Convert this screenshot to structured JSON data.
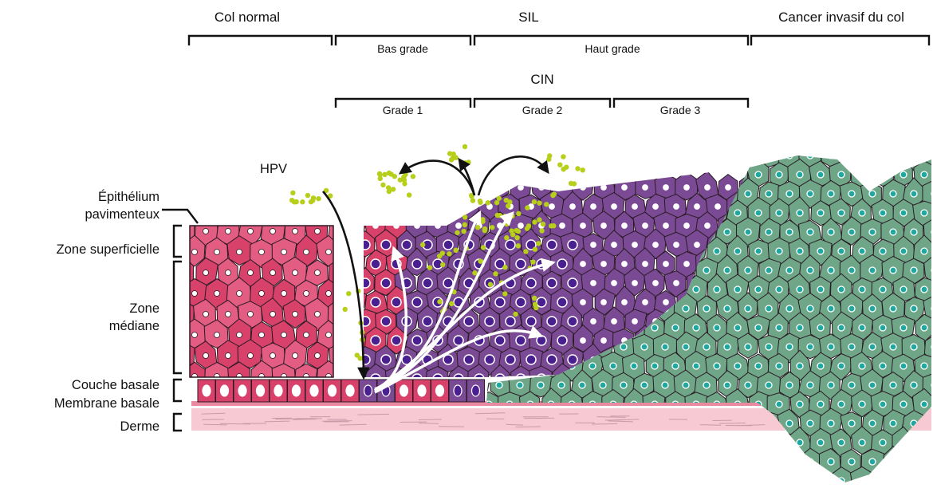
{
  "headers": {
    "col_normal": "Col normal",
    "sil": "SIL",
    "cancer": "Cancer invasif du col",
    "bas_grade": "Bas grade",
    "haut_grade": "Haut grade",
    "cin": "CIN",
    "grade1": "Grade 1",
    "grade2": "Grade 2",
    "grade3": "Grade 3"
  },
  "labels": {
    "hpv": "HPV",
    "epithelium_line1": "Épithélium",
    "epithelium_line2": "pavimenteux",
    "zone_superficielle": "Zone superficielle",
    "zone_mediane_line1": "Zone",
    "zone_mediane_line2": "médiane",
    "couche_basale": "Couche basale",
    "membrane_basale": "Membrane basale",
    "derme": "Derme"
  },
  "colors": {
    "normal_cell": "#d8426a",
    "normal_cell_light": "#e35d82",
    "sil_cell": "#7a4a94",
    "sil_nucleus": "#4a1f8f",
    "cancer_cell": "#6fa688",
    "cancer_nucleus": "#1fa8a0",
    "virus": "#b7cf1a",
    "derme": "#f6c9d3",
    "membrane": "#e98aa0",
    "outline": "#2b1a24"
  }
}
